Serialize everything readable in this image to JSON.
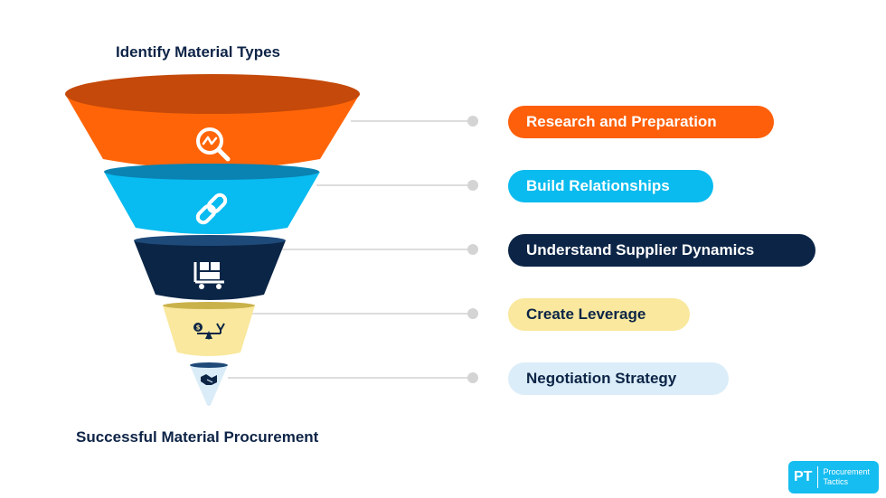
{
  "diagram": {
    "top_label": "Identify Material Types",
    "bottom_label": "Successful Material Procurement",
    "stages": [
      {
        "label": "Research and Preparation",
        "icon": "magnifier-trend-icon",
        "color": "#fd5f0a"
      },
      {
        "label": "Build Relationships",
        "icon": "chain-link-icon",
        "color": "#09bbee"
      },
      {
        "label": "Understand Supplier Dynamics",
        "icon": "cart-boxes-icon",
        "color": "#0c2547"
      },
      {
        "label": "Create Leverage",
        "icon": "balance-money-icon",
        "color": "#f9e89d"
      },
      {
        "label": "Negotiation Strategy",
        "icon": "handshake-icon",
        "color": "#dbedf9"
      }
    ]
  },
  "logo": {
    "mark": "PT",
    "line1": "Procurement",
    "line2": "Tactics"
  }
}
